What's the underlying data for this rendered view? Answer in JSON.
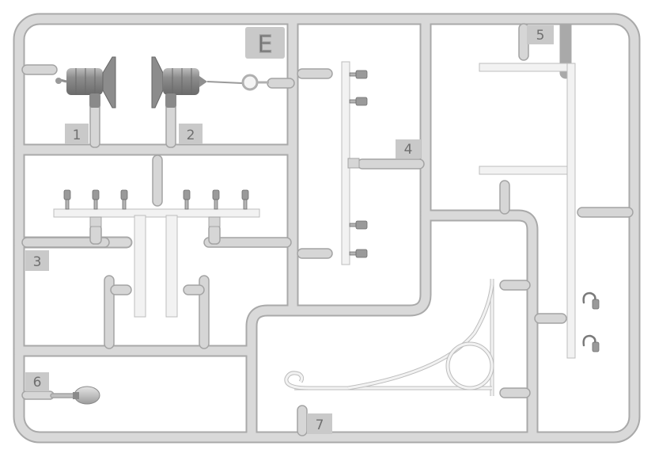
{
  "sprue": {
    "letter": "E",
    "parts": [
      {
        "number": "1"
      },
      {
        "number": "2"
      },
      {
        "number": "3"
      },
      {
        "number": "4"
      },
      {
        "number": "5"
      },
      {
        "number": "6"
      },
      {
        "number": "7"
      }
    ]
  },
  "colors": {
    "plastic": "#d8d8d8",
    "plastic_edge": "#a9a9a9",
    "part_light": "#f1f1f1",
    "part_dark": "#9a9a9a",
    "tag_bg": "#c9c9c9",
    "tag_text": "#6f6f6f"
  }
}
